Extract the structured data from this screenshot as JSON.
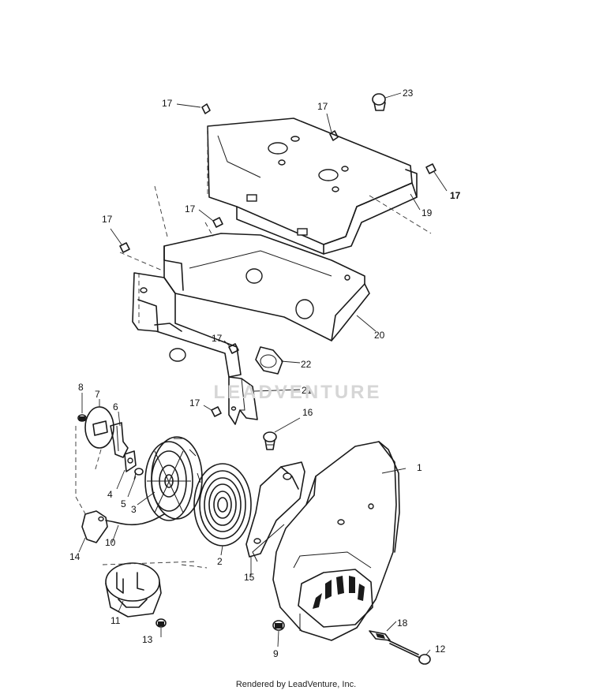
{
  "watermark": "LEADVENTURE",
  "footer": "Rendered by LeadVenture, Inc.",
  "callouts": {
    "c1": "1",
    "c2": "2",
    "c3": "3",
    "c4": "4",
    "c5": "5",
    "c6": "6",
    "c7": "7",
    "c8": "8",
    "c9": "9",
    "c10": "10",
    "c11": "11",
    "c12": "12",
    "c13": "13",
    "c14": "14",
    "c15": "15",
    "c16": "16",
    "c17a": "17",
    "c17b": "17",
    "c17c": "17",
    "c17d": "17",
    "c17e": "17",
    "c17f": "17",
    "c17g": "17",
    "c18": "18",
    "c19": "19",
    "c20": "20",
    "c21": "21",
    "c22": "22",
    "c23": "23"
  }
}
